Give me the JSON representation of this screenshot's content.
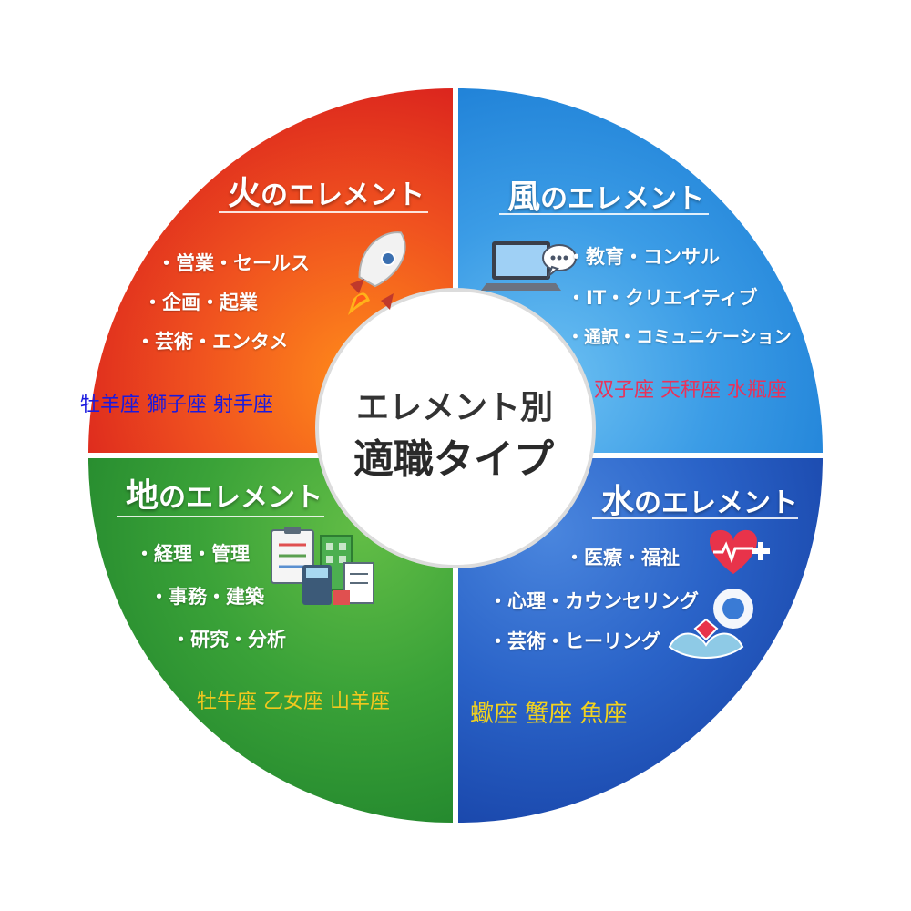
{
  "center": {
    "line1": "エレメント別",
    "line2": "適職タイプ"
  },
  "quadrants": {
    "fire": {
      "title_char": "火",
      "title_rest": "のエレメント",
      "items": [
        "・営業・セールス",
        "・企画・起業",
        "・芸術・エンタメ"
      ],
      "signs": "牡羊座 獅子座 射手座",
      "colors": {
        "main": "#e8321f",
        "accent": "#ff7a1a",
        "signs": "#1a1adf"
      },
      "icon": "rocket-icon"
    },
    "air": {
      "title_char": "風",
      "title_rest": "のエレメント",
      "items": [
        "・教育・コンサル",
        "・IT・クリエイティブ",
        "・通訳・コミュニケーション"
      ],
      "signs": "双子座 天秤座 水瓶座",
      "colors": {
        "main": "#2b8fe0",
        "accent": "#5ab4f0",
        "signs": "#e8325a"
      },
      "icon": "laptop-chat-icon"
    },
    "earth": {
      "title_char": "地",
      "title_rest": "のエレメント",
      "items": [
        "・経理・管理",
        "・事務・建築",
        "・研究・分析"
      ],
      "signs": "牡牛座 乙女座 山羊座",
      "colors": {
        "main": "#2f9b33",
        "accent": "#55b845",
        "signs": "#f2c81e"
      },
      "icon": "office-documents-icon"
    },
    "water": {
      "title_char": "水",
      "title_rest": "のエレメント",
      "items": [
        "・医療・福祉",
        "・心理・カウンセリング",
        "・芸術・ヒーリング"
      ],
      "signs": "蠍座 蟹座 魚座",
      "colors": {
        "main": "#1d57c2",
        "accent": "#3f7ad8",
        "signs": "#f2d21e"
      },
      "icon": "heart-mind-lotus-icon"
    }
  }
}
